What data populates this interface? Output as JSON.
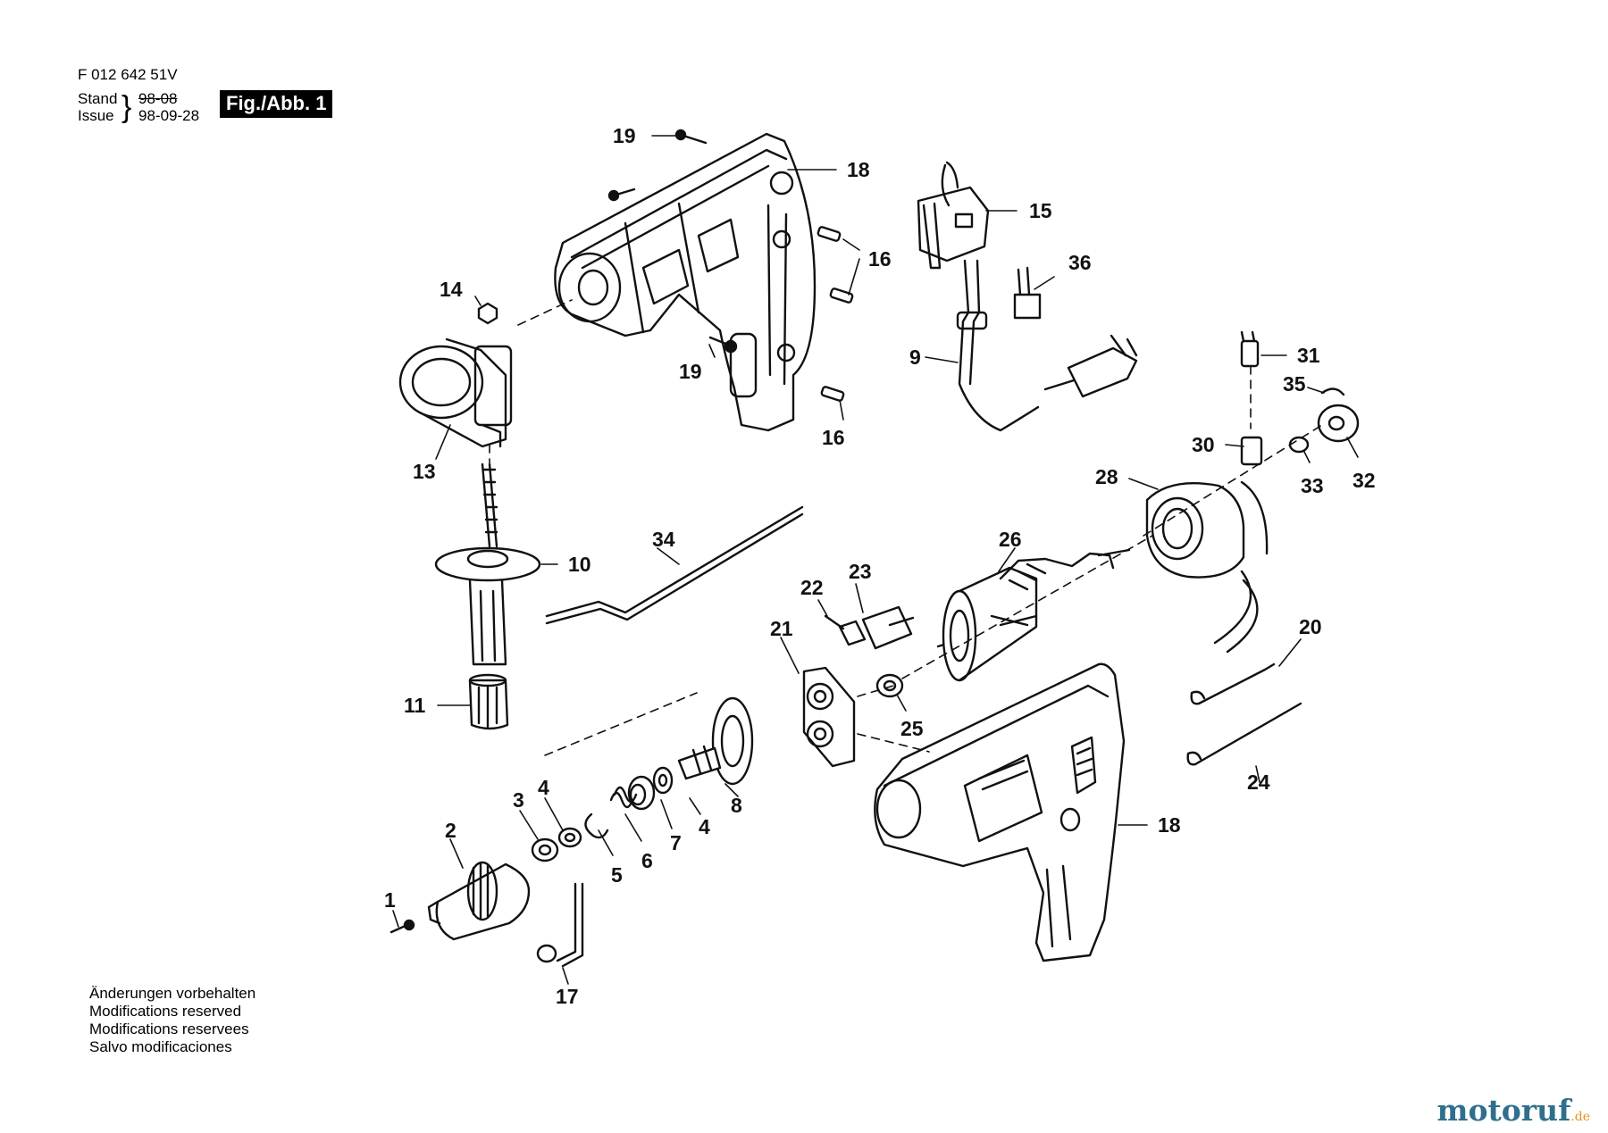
{
  "header": {
    "part_number": "F 012 642 51V",
    "stand_label": "Stand",
    "stand_value_struck": "98-08",
    "issue_label": "Issue",
    "issue_value": "98-09-28",
    "figure_tag": "Fig./Abb. 1"
  },
  "notes": [
    "Änderungen vorbehalten",
    "Modifications reserved",
    "Modifications reservees",
    "Salvo modificaciones"
  ],
  "brand": {
    "name": "motoruf",
    "tld": ".de",
    "color": "#2f6f8c",
    "tld_color": "#e8901c"
  },
  "callouts": [
    "19",
    "18",
    "15",
    "16",
    "36",
    "14",
    "9",
    "19",
    "31",
    "35",
    "13",
    "16",
    "30",
    "33",
    "32",
    "28",
    "10",
    "34",
    "26",
    "23",
    "22",
    "21",
    "20",
    "11",
    "25",
    "4",
    "3",
    "8",
    "2",
    "4",
    "7",
    "6",
    "5",
    "18",
    "24",
    "1",
    "17"
  ]
}
